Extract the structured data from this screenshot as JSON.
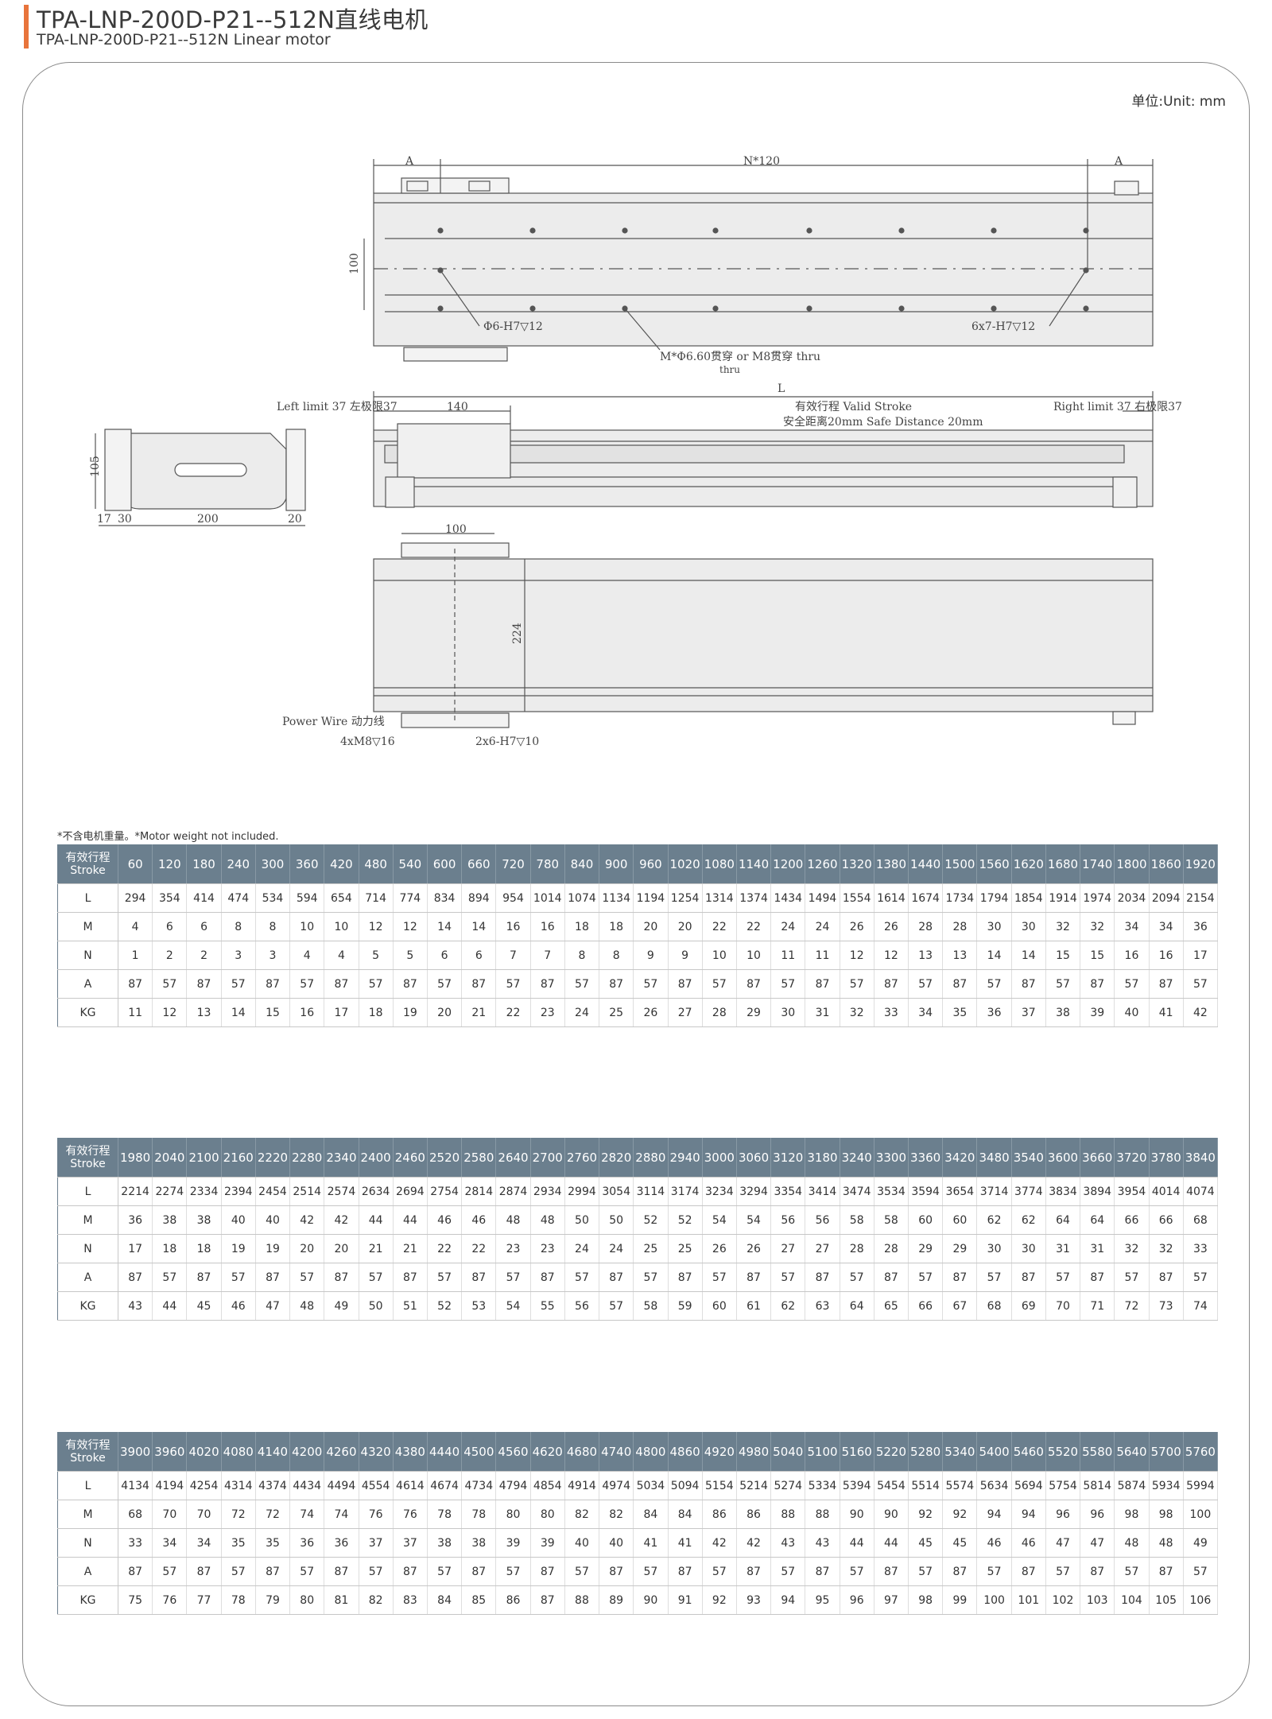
{
  "header": {
    "title_main": "TPA-LNP-200D-P21--512N直线电机",
    "title_sub": "TPA-LNP-200D-P21--512N Linear motor"
  },
  "unit_label": "单位:Unit: mm",
  "drawing_labels": {
    "a_left": "A",
    "a_right": "A",
    "n_pitch": "N*120",
    "height_100": "100",
    "hole_left": "Φ6-H7▽12",
    "hole_right": "6x7-H7▽12",
    "thru_hole": "M*Φ6.60贯穿 or M8贯穿 thru",
    "thru_word": "thru",
    "length_l": "L",
    "left_limit": "Left limit 37 左极限37",
    "right_limit": "Right limit 37 右极限37",
    "dim_140": "140",
    "valid_stroke": "有效行程 Valid Stroke",
    "safe_distance": "安全距离20mm Safe Distance 20mm",
    "side_105": "105",
    "side_17": "17",
    "side_30": "30",
    "side_200": "200",
    "side_20": "20",
    "bottom_100": "100",
    "bottom_224": "224",
    "power_wire": "Power Wire 动力线",
    "m8": "4xM8▽16",
    "h7": "2x6-H7▽10"
  },
  "note": "*不含电机重量。*Motor weight not included.",
  "tables": [
    {
      "header_label_cn": "有效行程",
      "header_label_en": "Stroke",
      "stroke": [
        "60",
        "120",
        "180",
        "240",
        "300",
        "360",
        "420",
        "480",
        "540",
        "600",
        "660",
        "720",
        "780",
        "840",
        "900",
        "960",
        "1020",
        "1080",
        "1140",
        "1200",
        "1260",
        "1320",
        "1380",
        "1440",
        "1500",
        "1560",
        "1620",
        "1680",
        "1740",
        "1800",
        "1860",
        "1920"
      ],
      "rows": [
        {
          "label": "L",
          "values": [
            "294",
            "354",
            "414",
            "474",
            "534",
            "594",
            "654",
            "714",
            "774",
            "834",
            "894",
            "954",
            "1014",
            "1074",
            "1134",
            "1194",
            "1254",
            "1314",
            "1374",
            "1434",
            "1494",
            "1554",
            "1614",
            "1674",
            "1734",
            "1794",
            "1854",
            "1914",
            "1974",
            "2034",
            "2094",
            "2154"
          ]
        },
        {
          "label": "M",
          "values": [
            "4",
            "6",
            "6",
            "8",
            "8",
            "10",
            "10",
            "12",
            "12",
            "14",
            "14",
            "16",
            "16",
            "18",
            "18",
            "20",
            "20",
            "22",
            "22",
            "24",
            "24",
            "26",
            "26",
            "28",
            "28",
            "30",
            "30",
            "32",
            "32",
            "34",
            "34",
            "36"
          ]
        },
        {
          "label": "N",
          "values": [
            "1",
            "2",
            "2",
            "3",
            "3",
            "4",
            "4",
            "5",
            "5",
            "6",
            "6",
            "7",
            "7",
            "8",
            "8",
            "9",
            "9",
            "10",
            "10",
            "11",
            "11",
            "12",
            "12",
            "13",
            "13",
            "14",
            "14",
            "15",
            "15",
            "16",
            "16",
            "17"
          ]
        },
        {
          "label": "A",
          "values": [
            "87",
            "57",
            "87",
            "57",
            "87",
            "57",
            "87",
            "57",
            "87",
            "57",
            "87",
            "57",
            "87",
            "57",
            "87",
            "57",
            "87",
            "57",
            "87",
            "57",
            "87",
            "57",
            "87",
            "57",
            "87",
            "57",
            "87",
            "57",
            "87",
            "57",
            "87",
            "57"
          ]
        },
        {
          "label": "KG",
          "values": [
            "11",
            "12",
            "13",
            "14",
            "15",
            "16",
            "17",
            "18",
            "19",
            "20",
            "21",
            "22",
            "23",
            "24",
            "25",
            "26",
            "27",
            "28",
            "29",
            "30",
            "31",
            "32",
            "33",
            "34",
            "35",
            "36",
            "37",
            "38",
            "39",
            "40",
            "41",
            "42"
          ]
        }
      ]
    },
    {
      "header_label_cn": "有效行程",
      "header_label_en": "Stroke",
      "stroke": [
        "1980",
        "2040",
        "2100",
        "2160",
        "2220",
        "2280",
        "2340",
        "2400",
        "2460",
        "2520",
        "2580",
        "2640",
        "2700",
        "2760",
        "2820",
        "2880",
        "2940",
        "3000",
        "3060",
        "3120",
        "3180",
        "3240",
        "3300",
        "3360",
        "3420",
        "3480",
        "3540",
        "3600",
        "3660",
        "3720",
        "3780",
        "3840"
      ],
      "rows": [
        {
          "label": "L",
          "values": [
            "2214",
            "2274",
            "2334",
            "2394",
            "2454",
            "2514",
            "2574",
            "2634",
            "2694",
            "2754",
            "2814",
            "2874",
            "2934",
            "2994",
            "3054",
            "3114",
            "3174",
            "3234",
            "3294",
            "3354",
            "3414",
            "3474",
            "3534",
            "3594",
            "3654",
            "3714",
            "3774",
            "3834",
            "3894",
            "3954",
            "4014",
            "4074"
          ]
        },
        {
          "label": "M",
          "values": [
            "36",
            "38",
            "38",
            "40",
            "40",
            "42",
            "42",
            "44",
            "44",
            "46",
            "46",
            "48",
            "48",
            "50",
            "50",
            "52",
            "52",
            "54",
            "54",
            "56",
            "56",
            "58",
            "58",
            "60",
            "60",
            "62",
            "62",
            "64",
            "64",
            "66",
            "66",
            "68"
          ]
        },
        {
          "label": "N",
          "values": [
            "17",
            "18",
            "18",
            "19",
            "19",
            "20",
            "20",
            "21",
            "21",
            "22",
            "22",
            "23",
            "23",
            "24",
            "24",
            "25",
            "25",
            "26",
            "26",
            "27",
            "27",
            "28",
            "28",
            "29",
            "29",
            "30",
            "30",
            "31",
            "31",
            "32",
            "32",
            "33"
          ]
        },
        {
          "label": "A",
          "values": [
            "87",
            "57",
            "87",
            "57",
            "87",
            "57",
            "87",
            "57",
            "87",
            "57",
            "87",
            "57",
            "87",
            "57",
            "87",
            "57",
            "87",
            "57",
            "87",
            "57",
            "87",
            "57",
            "87",
            "57",
            "87",
            "57",
            "87",
            "57",
            "87",
            "57",
            "87",
            "57"
          ]
        },
        {
          "label": "KG",
          "values": [
            "43",
            "44",
            "45",
            "46",
            "47",
            "48",
            "49",
            "50",
            "51",
            "52",
            "53",
            "54",
            "55",
            "56",
            "57",
            "58",
            "59",
            "60",
            "61",
            "62",
            "63",
            "64",
            "65",
            "66",
            "67",
            "68",
            "69",
            "70",
            "71",
            "72",
            "73",
            "74"
          ]
        }
      ]
    },
    {
      "header_label_cn": "有效行程",
      "header_label_en": "Stroke",
      "stroke": [
        "3900",
        "3960",
        "4020",
        "4080",
        "4140",
        "4200",
        "4260",
        "4320",
        "4380",
        "4440",
        "4500",
        "4560",
        "4620",
        "4680",
        "4740",
        "4800",
        "4860",
        "4920",
        "4980",
        "5040",
        "5100",
        "5160",
        "5220",
        "5280",
        "5340",
        "5400",
        "5460",
        "5520",
        "5580",
        "5640",
        "5700",
        "5760"
      ],
      "rows": [
        {
          "label": "L",
          "values": [
            "4134",
            "4194",
            "4254",
            "4314",
            "4374",
            "4434",
            "4494",
            "4554",
            "4614",
            "4674",
            "4734",
            "4794",
            "4854",
            "4914",
            "4974",
            "5034",
            "5094",
            "5154",
            "5214",
            "5274",
            "5334",
            "5394",
            "5454",
            "5514",
            "5574",
            "5634",
            "5694",
            "5754",
            "5814",
            "5874",
            "5934",
            "5994"
          ]
        },
        {
          "label": "M",
          "values": [
            "68",
            "70",
            "70",
            "72",
            "72",
            "74",
            "74",
            "76",
            "76",
            "78",
            "78",
            "80",
            "80",
            "82",
            "82",
            "84",
            "84",
            "86",
            "86",
            "88",
            "88",
            "90",
            "90",
            "92",
            "92",
            "94",
            "94",
            "96",
            "96",
            "98",
            "98",
            "100"
          ]
        },
        {
          "label": "N",
          "values": [
            "33",
            "34",
            "34",
            "35",
            "35",
            "36",
            "36",
            "37",
            "37",
            "38",
            "38",
            "39",
            "39",
            "40",
            "40",
            "41",
            "41",
            "42",
            "42",
            "43",
            "43",
            "44",
            "44",
            "45",
            "45",
            "46",
            "46",
            "47",
            "47",
            "48",
            "48",
            "49"
          ]
        },
        {
          "label": "A",
          "values": [
            "87",
            "57",
            "87",
            "57",
            "87",
            "57",
            "87",
            "57",
            "87",
            "57",
            "87",
            "57",
            "87",
            "57",
            "87",
            "57",
            "87",
            "57",
            "87",
            "57",
            "87",
            "57",
            "87",
            "57",
            "87",
            "57",
            "87",
            "57",
            "87",
            "57",
            "87",
            "57"
          ]
        },
        {
          "label": "KG",
          "values": [
            "75",
            "76",
            "77",
            "78",
            "79",
            "80",
            "81",
            "82",
            "83",
            "84",
            "85",
            "86",
            "87",
            "88",
            "89",
            "90",
            "91",
            "92",
            "93",
            "94",
            "95",
            "96",
            "97",
            "98",
            "99",
            "100",
            "101",
            "102",
            "103",
            "104",
            "105",
            "106"
          ]
        }
      ]
    }
  ]
}
